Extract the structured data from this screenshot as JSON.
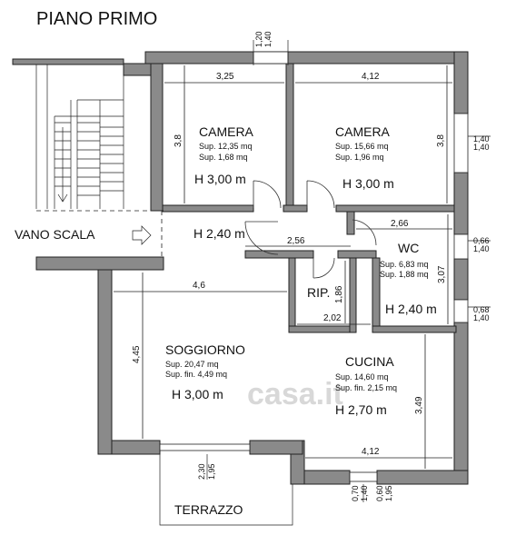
{
  "title": "PIANO PRIMO",
  "stair_label": "VANO SCALA",
  "terrace_label": "TERRAZZO",
  "watermark": "casa.it",
  "rooms": {
    "camera_left": {
      "name": "CAMERA",
      "sup": "Sup. 12,35 mq",
      "sup2": "Sup. 1,68 mq",
      "height": "H 3,00 m"
    },
    "camera_right": {
      "name": "CAMERA",
      "sup": "Sup. 15,66 mq",
      "sup2": "Sup. 1,96 mq",
      "height": "H 3,00 m"
    },
    "corridor": {
      "height": "H 2,40 m"
    },
    "wc": {
      "name": "WC",
      "sup": "Sup. 6,83 mq",
      "sup2": "Sup. 1,88 mq",
      "height": "H 2,40 m"
    },
    "rip": {
      "name": "RIP."
    },
    "soggiorno": {
      "name": "SOGGIORNO",
      "sup": "Sup. 20,47 mq",
      "sup2": "Sup. fin. 4,49 mq",
      "height": "H 3,00 m"
    },
    "cucina": {
      "name": "CUCINA",
      "sup": "Sup. 14,60 mq",
      "sup2": "Sup. fin. 2,15 mq",
      "height": "H 2,70 m"
    }
  },
  "dimensions": {
    "camera_left_w": "3,25",
    "camera_right_w": "4,12",
    "camera_left_h": "3,8",
    "camera_right_h": "3,8",
    "corridor_w": "2,56",
    "wc_w": "2,66",
    "wc_h": "3,07",
    "rip_h": "1,86",
    "rip_w": "2,02",
    "soggiorno_w": "4,6",
    "soggiorno_h": "4,45",
    "cucina_h": "3,49",
    "cucina_w": "4,12",
    "top_window_a": "1,20",
    "top_window_b": "1,40",
    "right_window1_a": "1,40",
    "right_window1_b": "1,40",
    "right_window2_a": "0,66",
    "right_window2_b": "1,40",
    "right_window3_a": "0,68",
    "right_window3_b": "1,40",
    "bottom_left_a": "2,30",
    "bottom_left_b": "1,95",
    "bottom_right_a": "0,70",
    "bottom_right_b": "1,40",
    "bottom_right_c": "0,60",
    "bottom_right_d": "1,95"
  }
}
